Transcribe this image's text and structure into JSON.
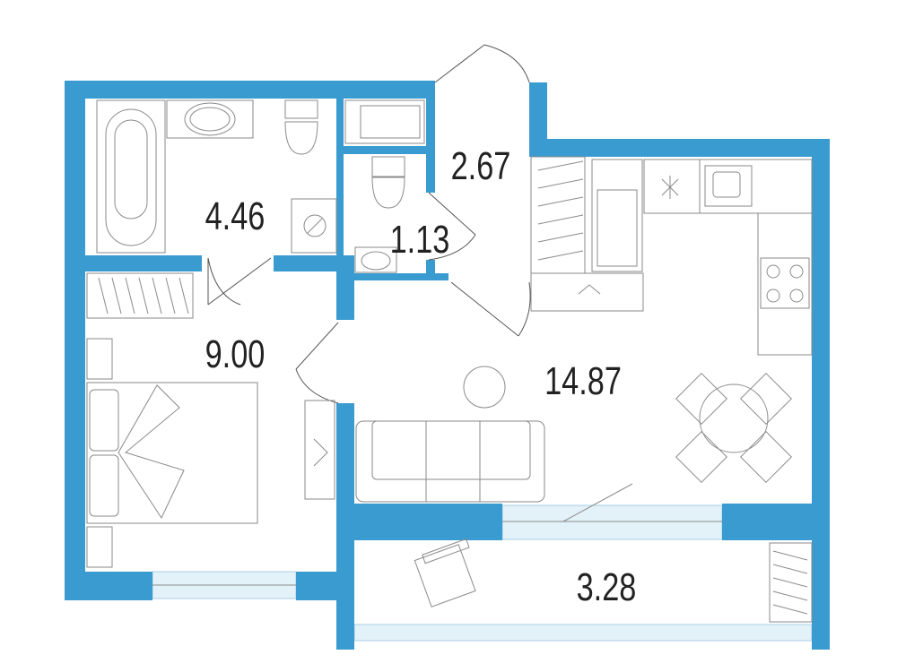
{
  "floor_plan": {
    "wall_color": "#3a9bd0",
    "window_color": "#e3f1f9",
    "rooms": [
      {
        "id": "bathroom",
        "area": "4.46"
      },
      {
        "id": "toilet",
        "area": "1.13"
      },
      {
        "id": "hallway",
        "area": "2.67"
      },
      {
        "id": "bedroom",
        "area": "9.00"
      },
      {
        "id": "kitchen-living",
        "area": "14.87"
      },
      {
        "id": "balcony",
        "area": "3.28"
      }
    ]
  }
}
